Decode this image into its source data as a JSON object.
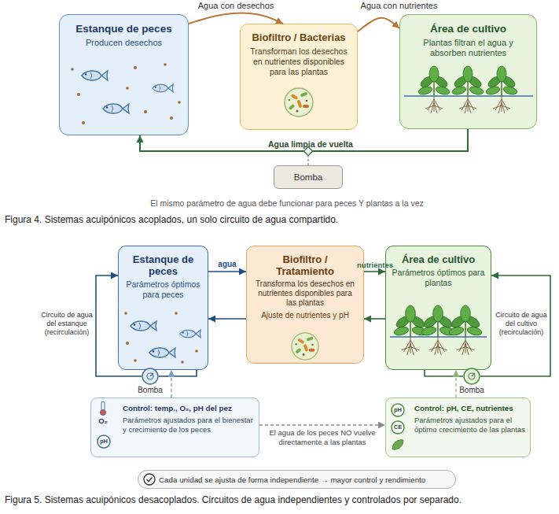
{
  "diagram": {
    "caption": "Figura 5. Sistemas acuipónicos desacoplados. Circuitos de agua independientes y controlados por separado.",
    "nodes": [
      {
        "text": [
          "Estanque de peces",
          "Producen desechos"
        ]
      },
      {
        "text": [
          "Biofiltro / Bacterias",
          "Transforman los desechos en nutrientes disponibles para las plantas"
        ]
      },
      {
        "text": [
          "Área de cultivo",
          "Plantas filtran el agua y absorben nutrientes"
        ]
      },
      {
        "text": [
          "Bomba"
        ]
      },
      {
        "text": [
          "Estanque de peces",
          "Parámetros óptimos para peces"
        ]
      },
      {
        "text": [
          "Biofiltro / Tratamiento",
          "Transforma los desechos en nutrientes disponibles para las plantas",
          "Ajuste de nutrientes y pH"
        ]
      },
      {
        "text": [
          "Área de cultivo",
          "Parámetros óptimos para plantas"
        ]
      },
      {
        "text": [
          "Bomba"
        ]
      },
      {
        "text": [
          "Bomba"
        ]
      },
      {
        "text": [
          "Control: temp., O₂, pH del pez",
          "Parámetros ajustados para el bienestar y crecimiento de los peces"
        ]
      },
      {
        "text": [
          "pH"
        ],
        "in": 9
      },
      {
        "text": [
          "Control: pH, CE, nutrientes",
          "Parámetros ajustados para el óptimo crecimiento de las plantas"
        ]
      },
      {
        "text": [
          "pH"
        ],
        "in": 11
      },
      {
        "text": [
          "CE"
        ],
        "in": 11
      },
      {
        "text": [
          "Cada unidad se ajusta de forma independiente → mayor control y rendimiento"
        ]
      }
    ],
    "edges": [
      {
        "from": 0,
        "to": 1,
        "label": "Agua con desechos",
        "arrow": "to"
      },
      {
        "from": 1,
        "to": 2,
        "label": "Agua con nutrientes",
        "arrow": "to"
      },
      {
        "from": 2,
        "to": 0,
        "label": "Agua limpia de vuelta",
        "arrow": "to"
      },
      {
        "from": 4,
        "to": 5,
        "label": "agua",
        "arrow": "to"
      },
      {
        "from": 5,
        "to": 6,
        "label": "nutrientes",
        "arrow": "to"
      },
      {
        "from": 6,
        "to": 5,
        "arrow": "to"
      },
      {
        "from": 5,
        "to": 4,
        "arrow": "to"
      },
      {
        "from": 4,
        "to": 7,
        "arrow": "none"
      },
      {
        "from": 7,
        "to": 4,
        "label": "Circuito de agua del estanque (recirculación)",
        "arrow": "to"
      },
      {
        "from": 6,
        "to": 8,
        "arrow": "none"
      },
      {
        "from": 8,
        "to": 6,
        "label": "Circuito de agua del cultivo (recirculación)",
        "arrow": "to"
      },
      {
        "from": 9,
        "to": 4,
        "arrow": "to"
      },
      {
        "from": 11,
        "to": 6,
        "arrow": "to"
      },
      {
        "from": 9,
        "to": 11,
        "label": "El agua de los peces NO vuelve directamente a las plantas",
        "arrow": "to"
      }
    ],
    "labels": [
      "El mismo parámetro de agua debe funcionar para peces Y plantas a la vez",
      "Figura 4. Sistemas acuipónicos acoplados, un solo circuito de agua compartido.",
      "O₂"
    ]
  }
}
